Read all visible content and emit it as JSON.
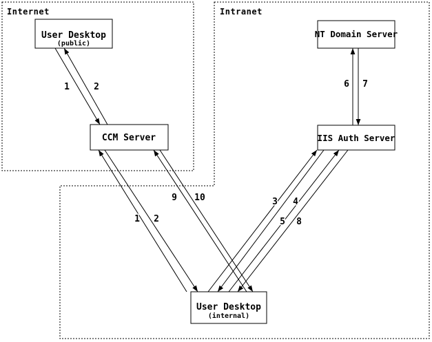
{
  "diagram": {
    "zones": {
      "internet": {
        "label": "Internet"
      },
      "intranet": {
        "label": "Intranet"
      }
    },
    "nodes": {
      "user_desktop_public": {
        "title": "User Desktop",
        "subtitle": "(public)"
      },
      "ccm_server": {
        "title": "CCM Server"
      },
      "nt_domain_server": {
        "title": "NT Domain Server"
      },
      "iis_auth_server": {
        "title": "IIS Auth Server"
      },
      "user_desktop_internal": {
        "title": "User Desktop",
        "subtitle": "(internal)"
      }
    },
    "flows": {
      "f1_public": {
        "label": "1"
      },
      "f2_public": {
        "label": "2"
      },
      "f1_internal": {
        "label": "1"
      },
      "f2_internal": {
        "label": "2"
      },
      "f9": {
        "label": "9"
      },
      "f10": {
        "label": "10"
      },
      "f3": {
        "label": "3"
      },
      "f4": {
        "label": "4"
      },
      "f5": {
        "label": "5"
      },
      "f8": {
        "label": "8"
      },
      "f6": {
        "label": "6"
      },
      "f7": {
        "label": "7"
      }
    },
    "colors": {
      "line": "#000000",
      "background": "#ffffff",
      "box_fill": "#ffffff",
      "text": "#000000"
    }
  }
}
